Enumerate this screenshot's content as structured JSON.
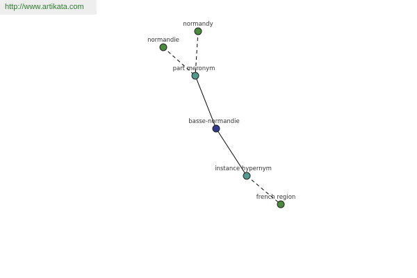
{
  "banner": {
    "url": "http://www.artikata.com"
  },
  "colors": {
    "leaf": "#4a8a3f",
    "relation": "#4f9a8c",
    "root": "#2f3a8a",
    "banner_text": "#2e7d2e"
  },
  "nodes": {
    "normandy": {
      "label": "normandy",
      "kind": "leaf"
    },
    "normandie": {
      "label": "normandie",
      "kind": "leaf"
    },
    "part_meronym": {
      "label": "part meronym",
      "kind": "relation"
    },
    "basse_normandie": {
      "label": "basse-normandie",
      "kind": "root"
    },
    "instance_hypernym": {
      "label": "instance hypernym",
      "kind": "relation"
    },
    "french_region": {
      "label": "french region",
      "kind": "leaf"
    }
  },
  "edges": [
    {
      "from": "normandy",
      "to": "part_meronym",
      "style": "dashed"
    },
    {
      "from": "normandie",
      "to": "part_meronym",
      "style": "dashed"
    },
    {
      "from": "part_meronym",
      "to": "basse_normandie",
      "style": "solid"
    },
    {
      "from": "basse_normandie",
      "to": "instance_hypernym",
      "style": "solid"
    },
    {
      "from": "instance_hypernym",
      "to": "french_region",
      "style": "dashed"
    }
  ]
}
